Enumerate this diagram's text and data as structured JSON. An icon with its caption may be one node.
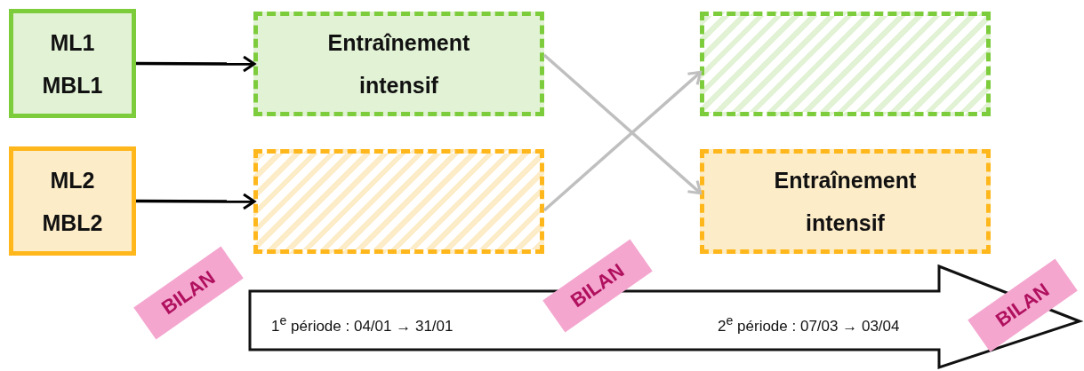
{
  "diagram": {
    "nodes": [
      {
        "text": [
          "ML1 MBL1"
        ]
      },
      {
        "text": [
          "Entraînement intensif"
        ]
      },
      {
        "text": [],
        "shape": "box"
      },
      {
        "text": [
          "ML2 MBL2"
        ]
      },
      {
        "text": [],
        "shape": "box"
      },
      {
        "text": [
          "Entraînement intensif"
        ]
      }
    ],
    "edges": [
      {
        "from": 0,
        "to": 1,
        "arrow": "to",
        "color": "#000000"
      },
      {
        "from": 3,
        "to": 4,
        "arrow": "to",
        "color": "#000000"
      },
      {
        "from": 1,
        "to": 5,
        "arrow": "to",
        "color": "#bfbfbf"
      },
      {
        "from": 4,
        "to": 2,
        "arrow": "to",
        "color": "#bfbfbf"
      }
    ],
    "labels": [
      "BILAN",
      "1$^{e}$ période : 04/01 → 31/01",
      "BILAN",
      "2$^{e}$ période : 07/03 → 03/04",
      "BILAN"
    ]
  }
}
